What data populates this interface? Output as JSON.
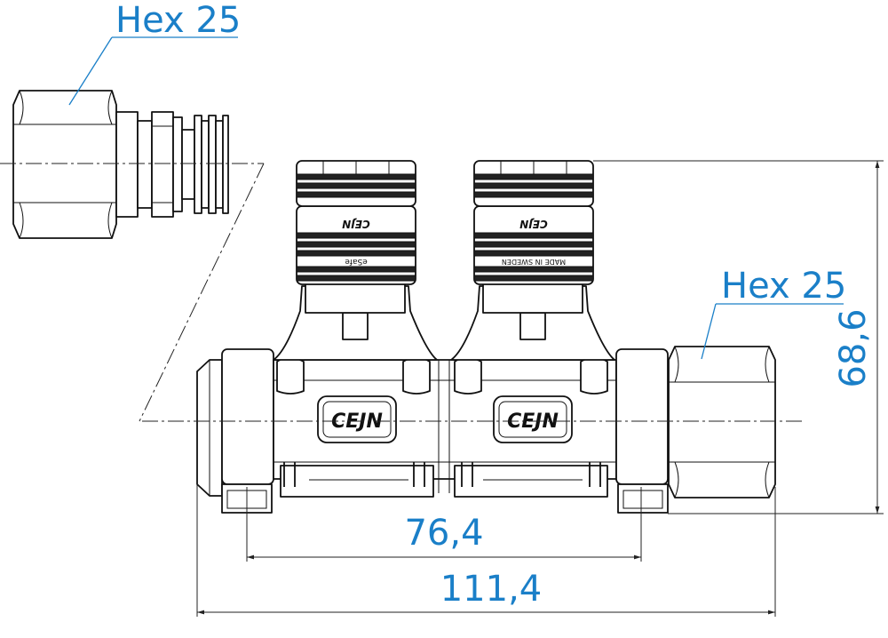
{
  "labels": {
    "hex_top_left": "Hex 25",
    "hex_right": "Hex 25",
    "height": "68,6",
    "center_distance": "76,4",
    "overall_length": "111,4",
    "logo_text": "CEJN",
    "coupling_left_marking": "eSafe",
    "coupling_right_marking": "MADE IN SWEDEN"
  },
  "colors": {
    "dimension_text": "#1a7fc8",
    "line": "#111111"
  }
}
